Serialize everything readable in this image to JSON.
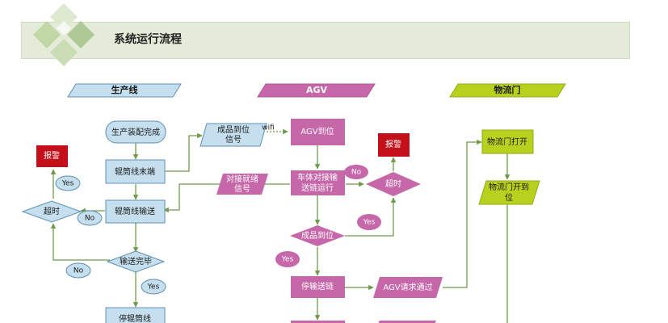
{
  "header": {
    "title": "系统运行流程"
  },
  "lanes": {
    "production": "生产线",
    "agv": "AGV",
    "door": "物流门"
  },
  "production": {
    "assembly_done": "生产装配完成",
    "roller_end": "辊筒线末端",
    "roller_convey": "辊筒线输送",
    "convey_done": "输送完毕",
    "stop_roller": "停辊筒线",
    "alarm": "报警",
    "timeout": "超时",
    "yes_top": "Yes",
    "no_right": "No",
    "no_bottom": "No",
    "yes_bottom": "Yes"
  },
  "signals": {
    "product_arrive_line1": "成品到位",
    "product_arrive_line2": "信号",
    "dock_ready_line1": "对接就绪",
    "dock_ready_line2": "信号",
    "wifi": "wifi"
  },
  "agv": {
    "arrive": "AGV到位",
    "dock_line1": "车体对接输",
    "dock_line2": "送链运行",
    "product_arrive": "成品到位",
    "stop_chain": "停输送链",
    "alarm": "报警",
    "timeout": "超时",
    "no": "No",
    "yes_right": "Yes",
    "yes_left": "Yes"
  },
  "door": {
    "open": "物流门打开",
    "open_done_line1": "物流门开到",
    "open_done_line2": "位",
    "agv_request": "AGV请求通过"
  },
  "colors": {
    "blue_fill": "#c5dfef",
    "blue_stroke": "#5f8fb2",
    "pink": "#c667a9",
    "green": "#b7d21e",
    "red": "#c4101a",
    "connector": "#6f9a4c"
  }
}
